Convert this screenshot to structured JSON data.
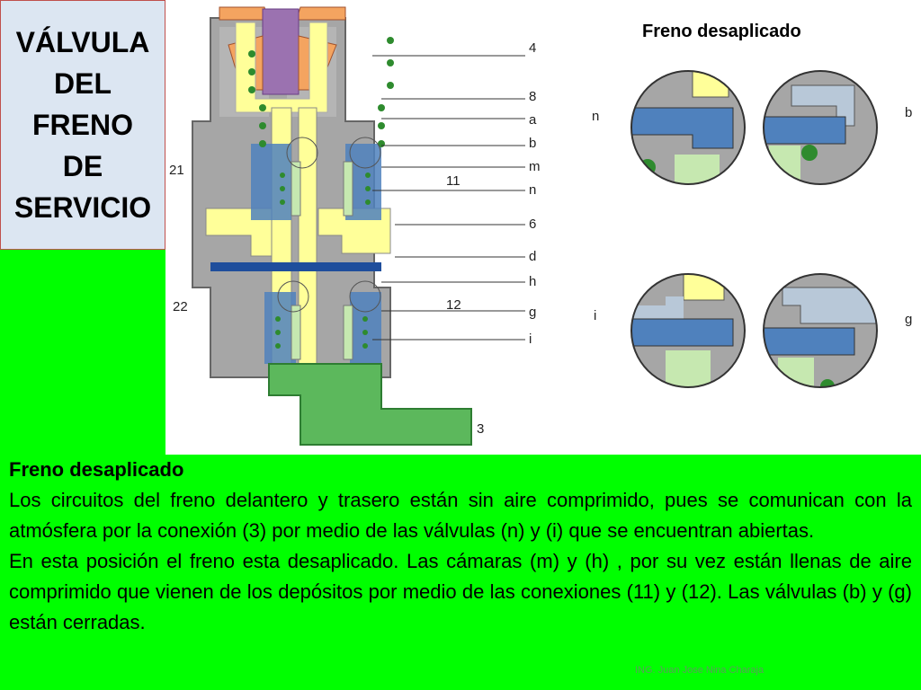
{
  "title": {
    "lines": [
      "VÁLVULA",
      "DEL",
      "FRENO",
      "DE",
      "SERVICIO"
    ]
  },
  "diagram": {
    "labels_right": [
      "4",
      "8",
      "a",
      "b",
      "m",
      "11",
      "n",
      "6",
      "d",
      "h",
      "12",
      "g",
      "i",
      "3"
    ],
    "labels_left": [
      "21",
      "22"
    ]
  },
  "callouts": {
    "title": "Freno desaplicado",
    "labels": [
      "n",
      "b",
      "i",
      "g"
    ]
  },
  "body": {
    "heading": "Freno desaplicado",
    "paragraph1": "Los circuitos del freno delantero y trasero están sin aire comprimido, pues se comunican con la atmósfera por la conexión (3) por medio de las válvulas (n) y (i) que se encuentran abiertas.",
    "paragraph2": "En esta posición el freno esta desaplicado. Las cámaras (m) y (h) , por su vez están llenas de aire comprimido que vienen de los depósitos por medio de las conexiones (11) y (12). Las válvulas (b) y (g) están cerradas."
  },
  "footer": {
    "author": "ING. Juan Jose Nina Charaja"
  },
  "colors": {
    "background": "#00ff00",
    "title_box": "#dce6f2",
    "housing_gray": "#a6a6a6",
    "yellow": "#ffff99",
    "blue": "#4f81bd",
    "green_pipe": "#5cb85c",
    "orange": "#f4a460",
    "purple": "#9b72b0",
    "light_green": "#c6e8b0"
  }
}
